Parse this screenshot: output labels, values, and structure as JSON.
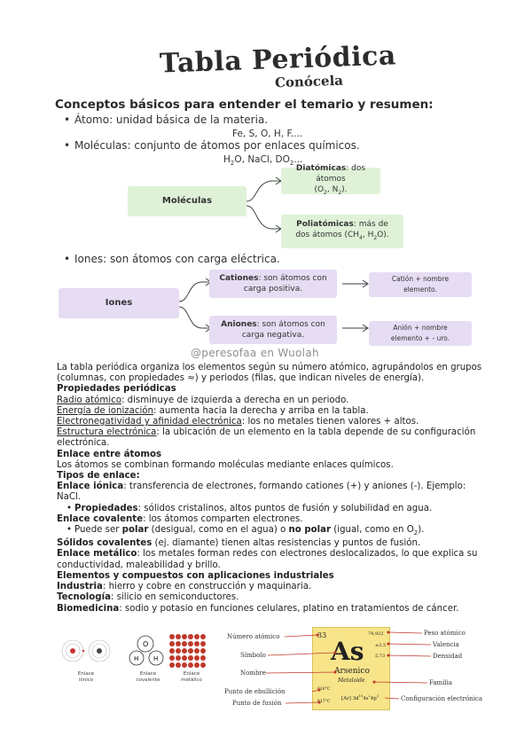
{
  "header": {
    "title": "Tabla Periódica",
    "subtitle": "Conócela"
  },
  "section_heading": "Conceptos básicos para entender el temario y resumen:",
  "bullets": {
    "atomo": "Átomo: unidad básica de la materia.",
    "atomo_ej": "Fe, S, O, H, F....",
    "moleculas": "Moléculas: conjunto de átomos por enlaces químicos.",
    "iones": "Iones: son átomos con carga eléctrica."
  },
  "mol_diagram": {
    "root": "Moléculas",
    "diatomicas_bold": "Diatómicas",
    "diatomicas_rest": ": dos átomos",
    "poliatomicas_bold": "Poliatómicas",
    "poliatomicas_rest": ": más de",
    "poliatomicas_line2": "dos átomos"
  },
  "ion_diagram": {
    "root": "Iones",
    "cationes_bold": "Cationes",
    "cationes_rest": ": son átomos con",
    "cationes_line2": "carga positiva.",
    "aniones_bold": "Aniones",
    "aniones_rest": ": son átomos con",
    "aniones_line2": "carga negativa.",
    "cation_name_1": "Catión + nombre",
    "cation_name_2": "elemento.",
    "anion_name_1": "Anión + nombre",
    "anion_name_2": "elemento + - uro."
  },
  "watermark": "@peresofaa en Wuolah",
  "body": {
    "intro": "La tabla periódica organiza los elementos según su número atómico, agrupándolos en grupos (columnas, con propiedades ≈) y periodos (filas, que indican niveles de energía).",
    "prop_heading": "Propiedades periódicas",
    "radio_label": "Radio atómico",
    "radio_text": ": disminuye de izquierda a derecha en un periodo.",
    "energia_label": "Energía de ionización",
    "energia_text": ": aumenta hacia la derecha y arriba en la tabla.",
    "electro_label": "Electronegatividad y afinidad electrónica",
    "electro_text": ": los no metales tienen valores + altos.",
    "estructura_label": "Estructura electrónica",
    "estructura_text": ": la ubicación de un elemento en la tabla depende de su configuración electrónica.",
    "enlace_heading": "Enlace entre átomos",
    "enlace_text": "Los átomos se combinan formando moléculas mediante enlaces químicos.",
    "tipos_heading": "Tipos de enlace:",
    "ionico_label": "Enlace iónica",
    "ionico_text": ": transferencia de electrones, formando cationes (+) y aniones (-). Ejemplo: NaCl.",
    "prop_label": "Propiedades",
    "prop_text": ": sólidos cristalinos, altos puntos de fusión y solubilidad en agua.",
    "covalente_label": "Enlace covalente",
    "covalente_text": ": los átomos comparten electrones.",
    "polar_pre": "Puede ser ",
    "polar_label": "polar",
    "polar_mid": " (desigual, como en el agua) o ",
    "nopolar_label": "no polar",
    "nopolar_text": " (igual, como en O",
    "solidos_label": "Sólidos covalentes",
    "solidos_text": " (ej. diamante) tienen altas resistencias y puntos de fusión.",
    "metalico_label": "Enlace metálico",
    "metalico_text": ": los metales forman redes con electrones deslocalizados, lo que explica su conductividad, maleabilidad y brillo.",
    "aplic_heading": "Elementos y compuestos con aplicaciones industriales",
    "industria_label": "Industria",
    "industria_text": ": hierro y cobre en construcción y maquinaria.",
    "tecnologia_label": "Tecnología",
    "tecnologia_text": ": silicio en semiconductores.",
    "biomed_label": "Biomedicina",
    "biomed_text": ": sodio y potasio en funciones celulares, platino en tratamientos de cáncer."
  },
  "bond_captions": {
    "ionico_1": "Enlace",
    "ionico_2": "iónico",
    "covalente_1": "Enlace",
    "covalente_2": "covalente",
    "metalico_1": "Enlace",
    "metalico_2": "metálico"
  },
  "element_card": {
    "atomic_number": "33",
    "symbol": "As",
    "name": "Arsenico",
    "family": "Metaloide",
    "weight": "74,922",
    "valence": "±3,5",
    "density": "5,73",
    "boiling": "616°C",
    "melting": "817°C",
    "config": "[Ar] 3d",
    "labels": {
      "numero": "Número atómico",
      "simbolo": "Símbolo",
      "nombre": "Nombre",
      "ebullicion": "Punto de ebullición",
      "fusion": "Punto de fusión",
      "peso": "Peso atómico",
      "valencia": "Valencia",
      "densidad": "Densidad",
      "familia": "Familia",
      "configuracion": "Configuración electrónica"
    }
  }
}
